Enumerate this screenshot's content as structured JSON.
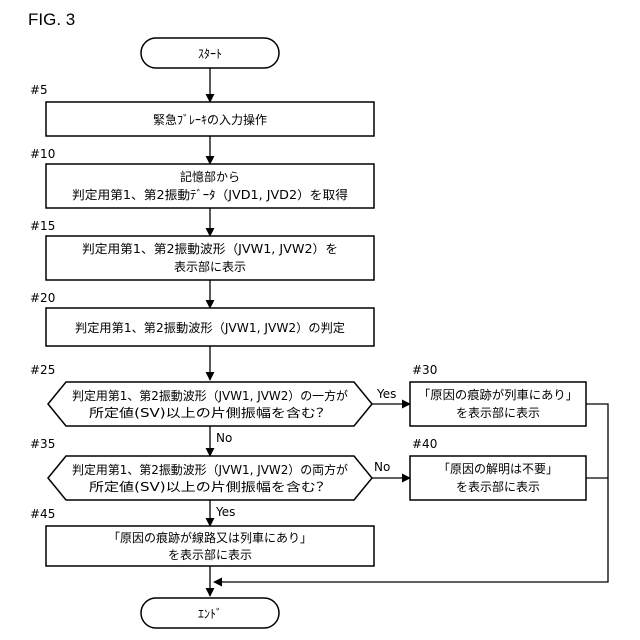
{
  "figure": {
    "title": "FIG. 3"
  },
  "nodes": {
    "start": {
      "text": "ｽﾀｰﾄ"
    },
    "s5": {
      "step": "#5",
      "lines": [
        "緊急ﾌﾞﾚｰｷの入力操作"
      ]
    },
    "s10": {
      "step": "#10",
      "lines": [
        "記憶部から",
        "判定用第1、第2振動ﾃﾞｰﾀ（JVD1, JVD2）を取得"
      ]
    },
    "s15": {
      "step": "#15",
      "lines": [
        "判定用第1、第2振動波形（JVW1, JVW2）を",
        "表示部に表示"
      ]
    },
    "s20": {
      "step": "#20",
      "lines": [
        "判定用第1、第2振動波形（JVW1, JVW2）の判定"
      ]
    },
    "s25": {
      "step": "#25",
      "lines": [
        "判定用第1、第2振動波形（JVW1, JVW2）の一方が",
        "所定値(SV)以上の片側振幅を含む？"
      ]
    },
    "s30": {
      "step": "#30",
      "lines": [
        "「原因の痕跡が列車にあり」",
        "を表示部に表示"
      ]
    },
    "s35": {
      "step": "#35",
      "lines": [
        "判定用第1、第2振動波形（JVW1, JVW2）の両方が",
        "所定値(SV)以上の片側振幅を含む？"
      ]
    },
    "s40": {
      "step": "#40",
      "lines": [
        "「原因の解明は不要」",
        "を表示部に表示"
      ]
    },
    "s45": {
      "step": "#45",
      "lines": [
        "「原因の痕跡が線路又は列車にあり」",
        "を表示部に表示"
      ]
    },
    "end": {
      "text": "ｴﾝﾄﾞ"
    }
  },
  "edges": {
    "s25_yes": "Yes",
    "s25_no": "No",
    "s35_no": "No",
    "s35_yes": "Yes"
  }
}
